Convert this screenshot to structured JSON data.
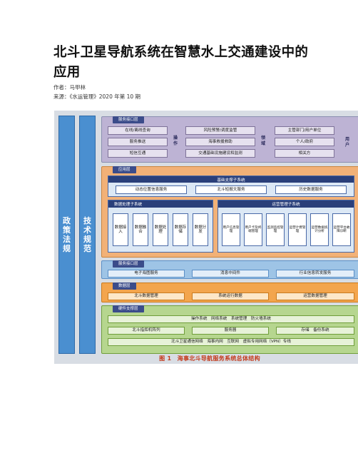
{
  "article": {
    "title_line1": "北斗卫星导航系统在智慧水上交通建设中的",
    "title_line2": "应用",
    "author": "作者：马甲林",
    "source": "来源：《水运管理》2020 年第 10 期"
  },
  "figure": {
    "side_left": "政策法规",
    "side_right": "技术规范",
    "layer1": {
      "tag": "服务接口层",
      "col1": [
        "在线/离线查询",
        "服务推送",
        "短信互通"
      ],
      "label_ops": "操作",
      "col2": [
        "风险预警/调度监管",
        "海事救援救助",
        "交通基础设施建设和监测"
      ],
      "label_domain": "领域",
      "col3": [
        "主管部门/用户单位",
        "个人/政府",
        "相关方"
      ],
      "label_user": "用户"
    },
    "layer2": {
      "tag": "应用层",
      "basic_support": {
        "title": "基础支撑子系统",
        "items": [
          "动态位置信息服务",
          "北斗短报文服务",
          "历史数据服务"
        ]
      },
      "data_processing": {
        "title": "数据处理子系统",
        "items": [
          "数据接入",
          "数据融合",
          "数据处理",
          "数据存储",
          "数据分发"
        ]
      },
      "ops_management": {
        "title": "运营管理子系统",
        "items": [
          "用户信息管理",
          "用户卡及终端管理",
          "监测监控管理",
          "运营计费管理",
          "运营数据统计分析",
          "运营平台故障诊断"
        ]
      }
    },
    "layer3": {
      "tag": "服务接口层",
      "items": [
        "电子海图服务",
        "消息中间件",
        "行业信息转发服务"
      ]
    },
    "layer4": {
      "tag": "数据层",
      "items": [
        "北斗数据管理",
        "系统运行数据",
        "运营数据管理"
      ]
    },
    "layer5": {
      "tag": "硬件支撑层",
      "row1": "操作系统　网络系统　系统管理　防火墙系统",
      "row2": [
        "北斗指挥机阵列",
        "服务器",
        "存储　备份系统"
      ],
      "row3": "北斗卫星通信网络　海事内网　互联网　虚拟专用网络（VPN）专线"
    },
    "caption": "图 1　海事北斗导航服务系统总体结构"
  }
}
